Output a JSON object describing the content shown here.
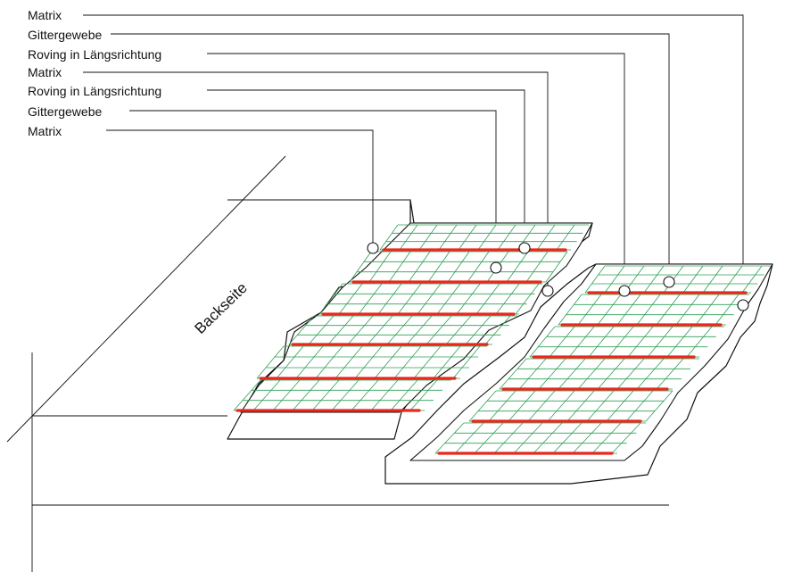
{
  "labels": [
    "Matrix",
    "Gittergewebe",
    "Roving in Längsrichtung",
    "Matrix",
    "Roving in Längsrichtung",
    "Gittergewebe",
    "Matrix"
  ],
  "face_label": "Backseite",
  "colors": {
    "roving": "#e8281c",
    "grid": "#2e9f55",
    "line": "#111111"
  }
}
